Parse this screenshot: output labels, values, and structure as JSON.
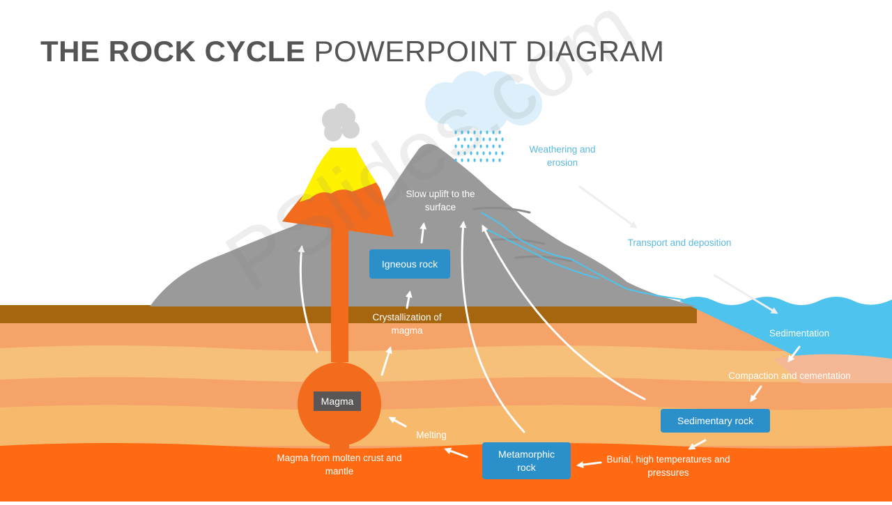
{
  "title": {
    "bold": "THE ROCK CYCLE",
    "light": "POWERPOINT DIAGRAM"
  },
  "watermark": "PSlides.com",
  "labels": {
    "weathering": "Weathering and erosion",
    "transport": "Transport and deposition",
    "sedimentation": "Sedimentation",
    "compaction": "Compaction and cementation",
    "burial": "Burial, high temperatures and pressures",
    "melting": "Melting",
    "magma_source": "Magma from molten crust and mantle",
    "crystallization": "Crystallization of magma",
    "uplift": "Slow uplift to the surface"
  },
  "boxes": {
    "igneous": "Igneous rock",
    "sedimentary": "Sedimentary rock",
    "metamorphic": "Metamorphic rock",
    "magma": "Magma"
  },
  "colors": {
    "mountain": "#9a9a9a",
    "lava": "#f36b1c",
    "lava_yellow": "#fff200",
    "water": "#4dc3ee",
    "box_blue": "#2b8fc9",
    "topsoil": "#a5660f",
    "deep_layer": "#ff6a12"
  }
}
